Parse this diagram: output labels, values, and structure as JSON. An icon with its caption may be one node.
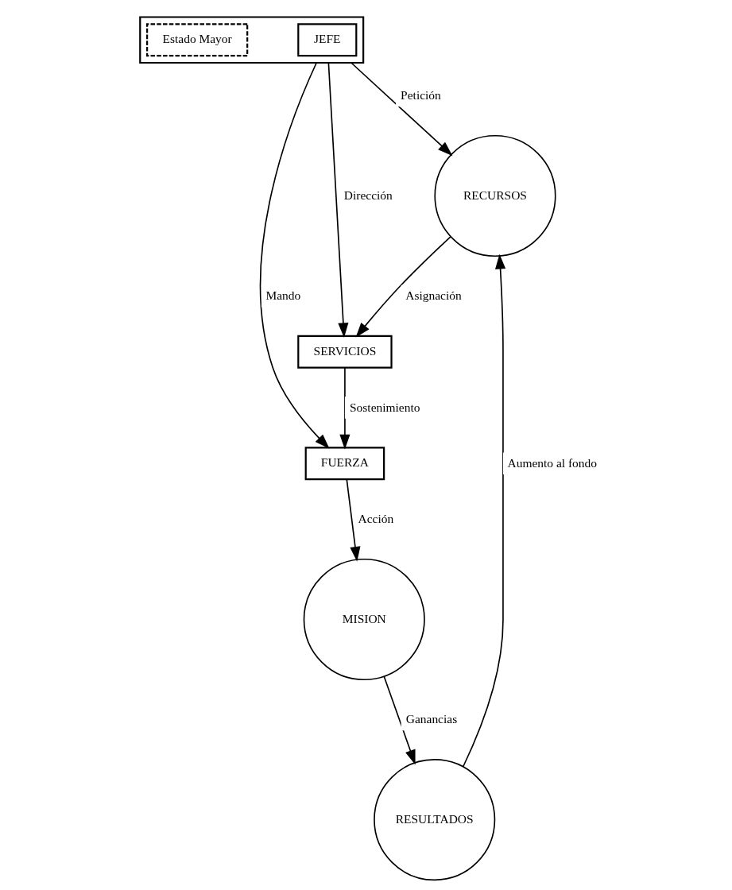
{
  "diagram": {
    "nodes": [
      {
        "text": [],
        "shape": "box"
      },
      {
        "text": [
          "JEFE"
        ],
        "in": 0
      },
      {
        "text": [
          "Estado Mayor"
        ],
        "in": 0
      },
      {
        "text": [
          "RECURSOS"
        ]
      },
      {
        "text": [
          "FUERZA"
        ]
      },
      {
        "text": [
          "SERVICIOS"
        ]
      },
      {
        "text": [
          "MISION"
        ]
      },
      {
        "text": [
          "RESULTADOS"
        ]
      }
    ],
    "edges": [
      {
        "from": 0,
        "to": 3,
        "arrow": "to",
        "label": "Petición"
      },
      {
        "from": 0,
        "to": 4,
        "arrow": "to",
        "label": "Mando"
      },
      {
        "from": 0,
        "to": 5,
        "arrow": "to",
        "label": "Dirección"
      },
      {
        "from": 3,
        "to": 5,
        "arrow": "to",
        "label": "Asignación"
      },
      {
        "from": 5,
        "to": 4,
        "arrow": "to",
        "label": "Sostenimiento"
      },
      {
        "from": 4,
        "to": 6,
        "arrow": "to",
        "label": "Acción"
      },
      {
        "from": 6,
        "to": 7,
        "arrow": "to",
        "label": "Ganancias"
      },
      {
        "from": 7,
        "to": 3,
        "arrow": "to",
        "label": "Aumento al fondo"
      }
    ]
  }
}
